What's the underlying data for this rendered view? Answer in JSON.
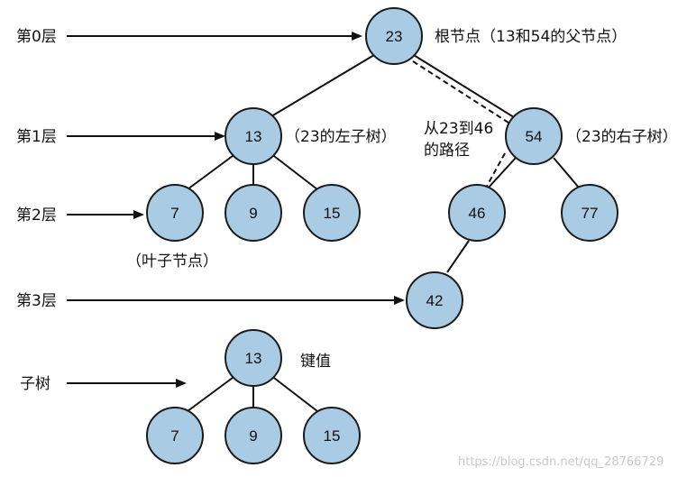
{
  "diagram": {
    "root": {
      "key": "23",
      "annotation": "根节点（13和54的父节点）"
    },
    "nodes": {
      "n13": "13",
      "n54": "54",
      "n7": "7",
      "n9": "9",
      "n15": "15",
      "n46": "46",
      "n77": "77",
      "n42": "42"
    },
    "annotations": {
      "left_subtree": "（23的左子树）",
      "right_subtree": "（23的右子树）",
      "path_line1": "从23到46",
      "path_line2": "的路径",
      "leaf": "（叶子节点）"
    },
    "levels": [
      "第0层",
      "第1层",
      "第2层",
      "第3层"
    ],
    "subtree": {
      "label": "子树",
      "key_label": "键值",
      "root": "13",
      "children": [
        "7",
        "9",
        "15"
      ]
    },
    "node_color": "#a9cbe3",
    "watermark": "https://blog.csdn.net/qq_28766729"
  }
}
